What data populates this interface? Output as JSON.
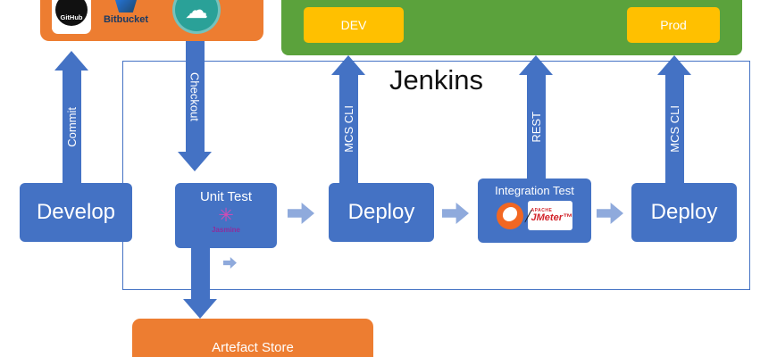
{
  "colors": {
    "blue": "#4472C4",
    "light_blue": "#8FAADC",
    "orange": "#ED7D31",
    "green": "#5BA23C",
    "gold": "#FFC000",
    "jmeter_red": "#D2232A",
    "bitbucket_blue": "#205081",
    "postman_orange": "#F26722",
    "jasmine_magenta": "#D24BB4"
  },
  "source_box": {
    "github_label": "GitHub",
    "bitbucket_label": "Bitbucket",
    "cloud_glyph": "☁"
  },
  "environments": {
    "dev": "DEV",
    "prod": "Prod"
  },
  "jenkins": {
    "title": "Jenkins"
  },
  "stages": {
    "develop": "Develop",
    "unit_test": "Unit Test",
    "jasmine_glyph": "✳",
    "jasmine": "Jasmine",
    "deploy_1": "Deploy",
    "integration_test": "Integration Test",
    "apache": "APACHE",
    "jmeter": "JMeter™",
    "deploy_2": "Deploy"
  },
  "arrows": {
    "commit": "Commit",
    "checkout": "Checkout",
    "mcs_cli_dev": "MCS CLI",
    "rest": "REST",
    "mcs_cli_prod": "MCS CLI"
  },
  "artefact_store": {
    "label": "Artefact Store"
  }
}
